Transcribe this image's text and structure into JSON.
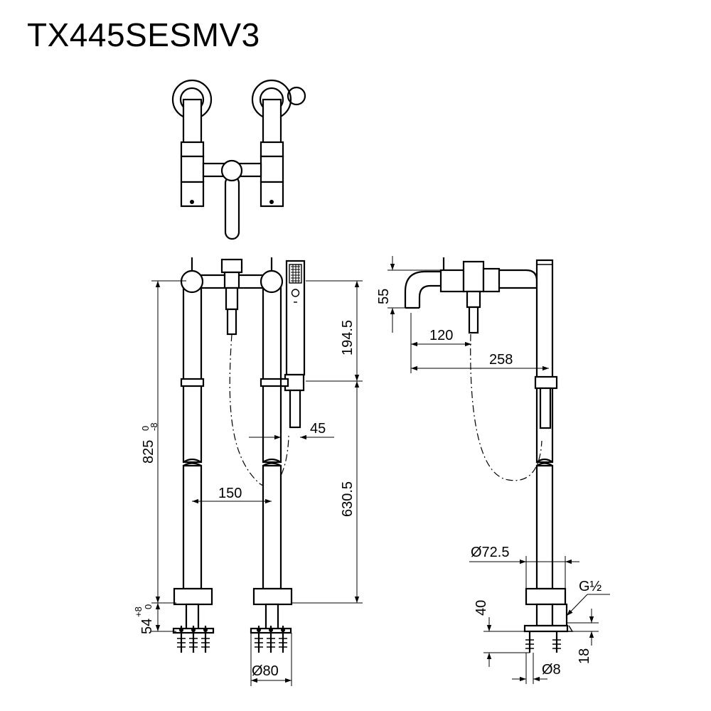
{
  "title": "TX445SESMV3",
  "dimensions": {
    "d55": "55",
    "d194": "194.5",
    "d825": "825",
    "d825_tol_upper": "0",
    "d825_tol_lower": "-8",
    "d45": "45",
    "d150": "150",
    "d630": "630.5",
    "d54": "54",
    "d54_tol_upper": "+8",
    "d54_tol_lower": "0",
    "d80": "Ø80",
    "d120": "120",
    "d258": "258",
    "d72": "Ø72.5",
    "g12": "G½",
    "d40": "40",
    "d18": "18",
    "d8": "Ø8"
  }
}
